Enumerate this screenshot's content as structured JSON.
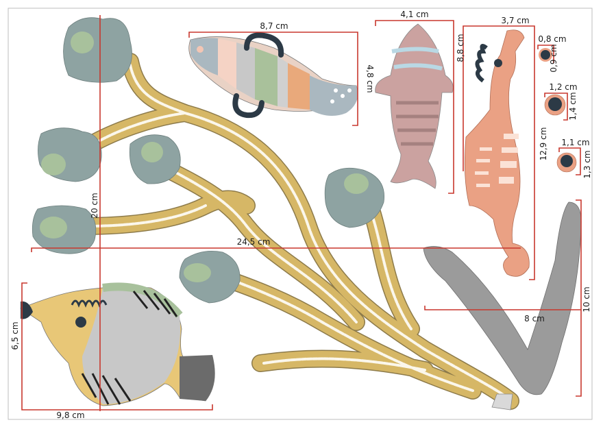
{
  "title": "Wall sticker sheet with dimensions",
  "colors": {
    "dimension_line": "#c8372d",
    "seaweed": "#d6b766",
    "flower": "#8ea3a2",
    "flower_center": "#a8c19c",
    "seahorse": "#eaa184",
    "pink_fish": "#cba2a0",
    "navy": "#2c3a46",
    "yellow_fish": "#e8c777",
    "grey_texture": "#8a8a8a"
  },
  "dimensions": {
    "striped_fish_width": "8,7 cm",
    "striped_fish_height": "4,8 cm",
    "pink_fish_width": "4,1 cm",
    "seahorse_width": "3,7 cm",
    "seahorse_head_height": "8,8 cm",
    "seahorse_height": "12,9 cm",
    "dot_small_width": "0,8 cm",
    "dot_small_height": "0,9 cm",
    "dot_large_width": "1,2 cm",
    "dot_large_height": "1,4 cm",
    "dot_medium_width": "1,1 cm",
    "dot_medium_height": "1,3 cm",
    "seaweed_height": "20 cm",
    "seaweed_width": "24,5 cm",
    "grey_coral_height": "10 cm",
    "grey_coral_width": "8 cm",
    "butterfly_fish_height": "6,5 cm",
    "butterfly_fish_width": "9,8 cm"
  }
}
